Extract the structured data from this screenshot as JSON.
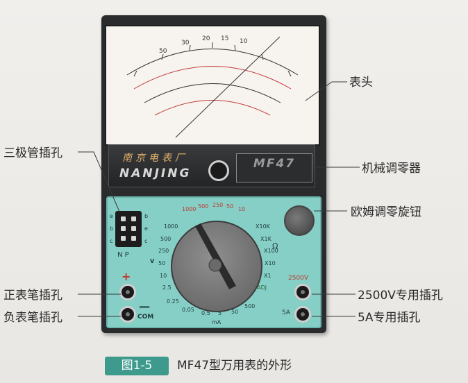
{
  "callouts": {
    "meter_head": "表头",
    "triode_socket": "三极管插孔",
    "mechanical_zero": "机械调零器",
    "ohm_zero_knob": "欧姆调零旋钮",
    "positive_jack": "正表笔插孔",
    "negative_jack": "负表笔插孔",
    "jack_2500v": "2500V专用插孔",
    "jack_5a": "5A专用插孔"
  },
  "meter": {
    "brand_cn": "南京电表厂",
    "brand_en": "NANJING",
    "model": "MF47",
    "scale_top_numbers": [
      "50",
      "30",
      "20",
      "15",
      "10"
    ],
    "panel": {
      "range_ohm": [
        "X10K",
        "X1K",
        "X100",
        "X10",
        "X1"
      ],
      "range_dcv": [
        "1000",
        "500",
        "250",
        "50",
        "10",
        "2.5"
      ],
      "range_ma": [
        "0.25",
        "0.05",
        "0.5",
        "5",
        "50",
        "500"
      ],
      "range_acv_top": [
        "1000",
        "500",
        "250",
        "50",
        "10"
      ],
      "label_2500v": "2500V",
      "label_5a": "5A",
      "label_com": "COM",
      "label_plus": "+",
      "label_minus": "—",
      "label_ohm_symbol": "Ω",
      "label_v": "V",
      "label_ma": "mA",
      "label_adj": "ADJ",
      "label_np": "N    P",
      "socket_letters_left": [
        "e",
        "b",
        "c"
      ],
      "socket_letters_right": [
        "b",
        "e",
        "c"
      ]
    }
  },
  "caption": {
    "badge": "图1-5",
    "text": "MF47型万用表的外形"
  },
  "colors": {
    "panel": "#86cfc7",
    "badge": "#3e9a8d",
    "body": "#2a2b2d"
  }
}
